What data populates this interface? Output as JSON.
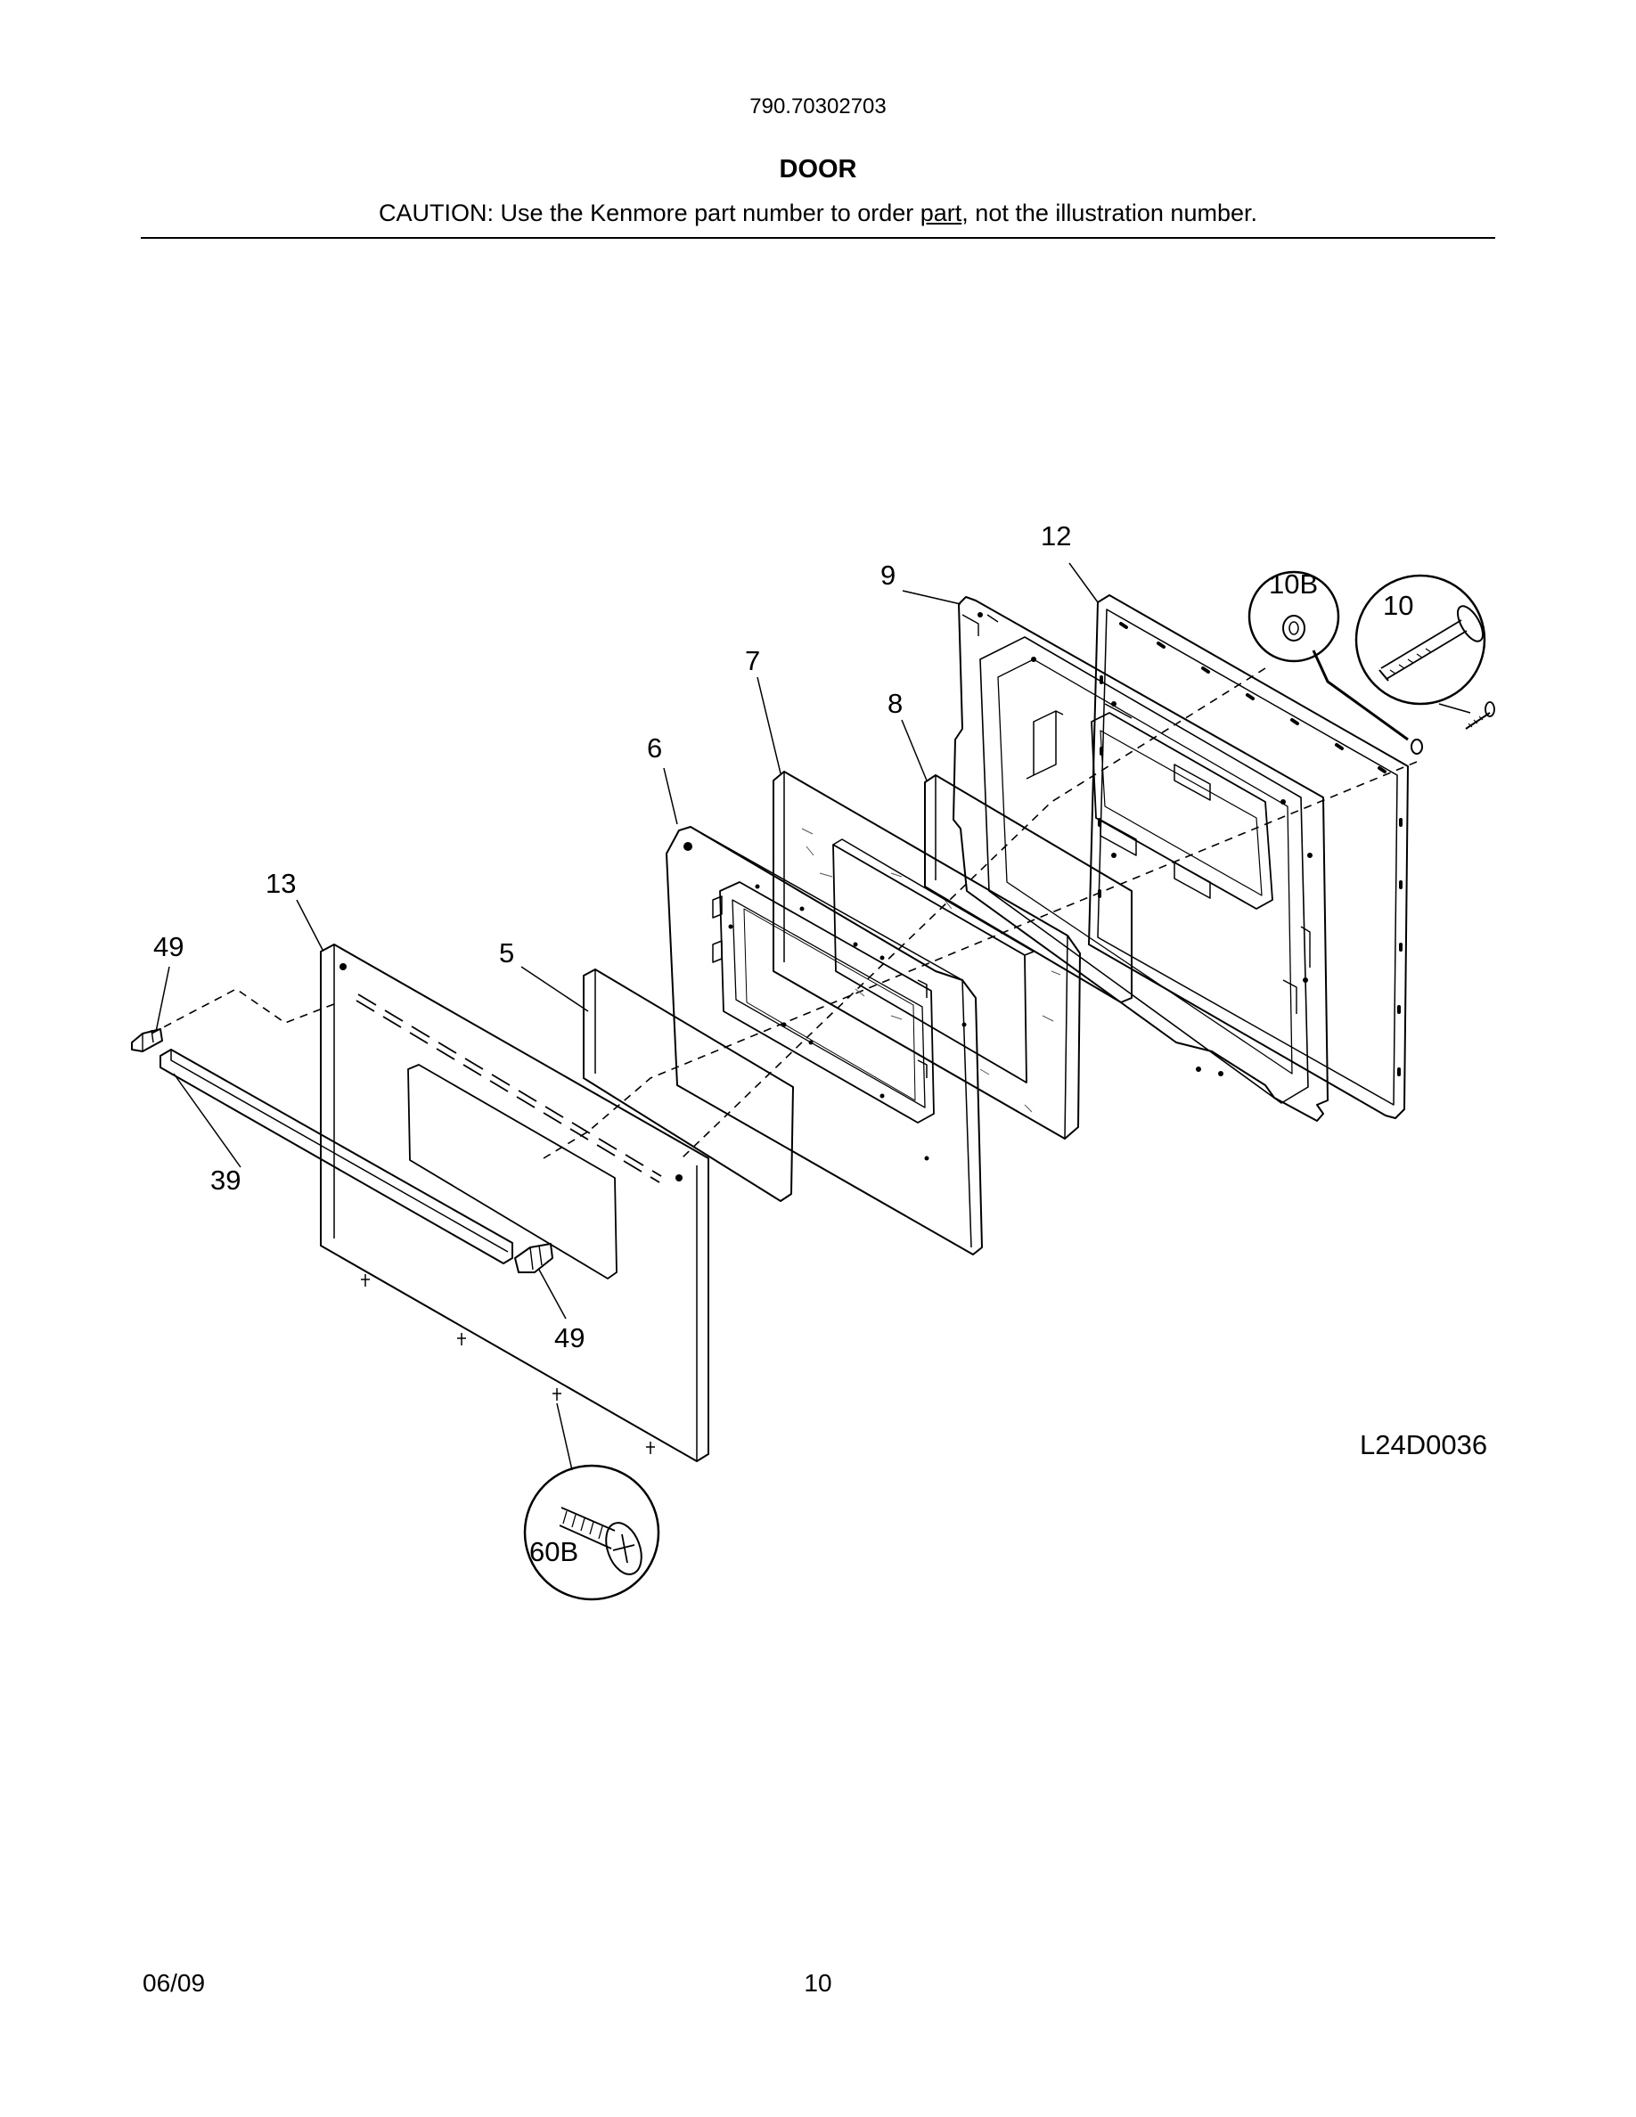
{
  "header": {
    "model_number": "790.70302703",
    "section_title": "DOOR",
    "caution_prefix": "CAUTION: Use the Kenmore part number to order ",
    "caution_underlined": "part",
    "caution_suffix": ", not the illustration number."
  },
  "diagram": {
    "drawing_id": "L24D0036",
    "callouts": {
      "c5": "5",
      "c6": "6",
      "c7": "7",
      "c8": "8",
      "c9": "9",
      "c10": "10",
      "c10b": "10B",
      "c12": "12",
      "c13": "13",
      "c39": "39",
      "c49a": "49",
      "c49b": "49",
      "c60b": "60B"
    }
  },
  "footer": {
    "date": "06/09",
    "page_number": "10"
  }
}
